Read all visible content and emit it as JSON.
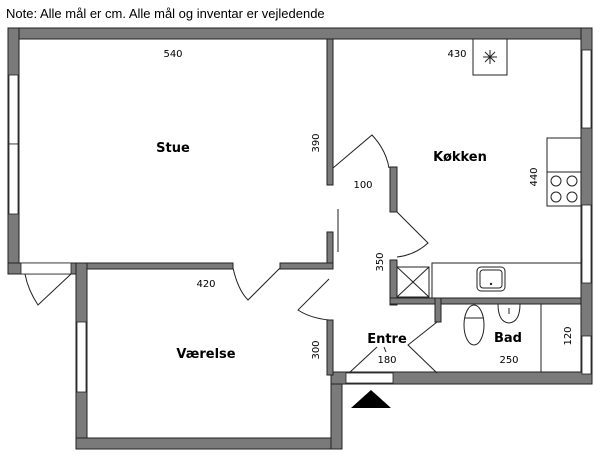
{
  "note": "Note: Alle mål er cm. Alle mål og inventar er vejledende",
  "rooms": {
    "stue": {
      "label": "Stue",
      "width_dim": "540",
      "height_dim": "390"
    },
    "kokken": {
      "label": "Køkken",
      "width_dim": "430",
      "height_dim": "440"
    },
    "vaerelse": {
      "label": "Værelse",
      "width_dim": "420",
      "height_dim": "300"
    },
    "entre": {
      "label": "Entre",
      "width_dim": "180",
      "height_dim": "350"
    },
    "bad": {
      "label": "Bad",
      "width_dim": "250",
      "height_dim": "120"
    },
    "gang": {
      "width_dim": "100"
    }
  },
  "colors": {
    "wall": "#7a7a7a",
    "line": "#222222",
    "background": "#ffffff"
  },
  "icons": {
    "entrance_marker": "triangle-up",
    "ceiling_light": "asterisk",
    "stove": "four-burner-stove",
    "kitchen_sink": "sink",
    "bathroom_sink": "washbasin",
    "toilet": "toilet",
    "shower": "shower-x-box"
  }
}
